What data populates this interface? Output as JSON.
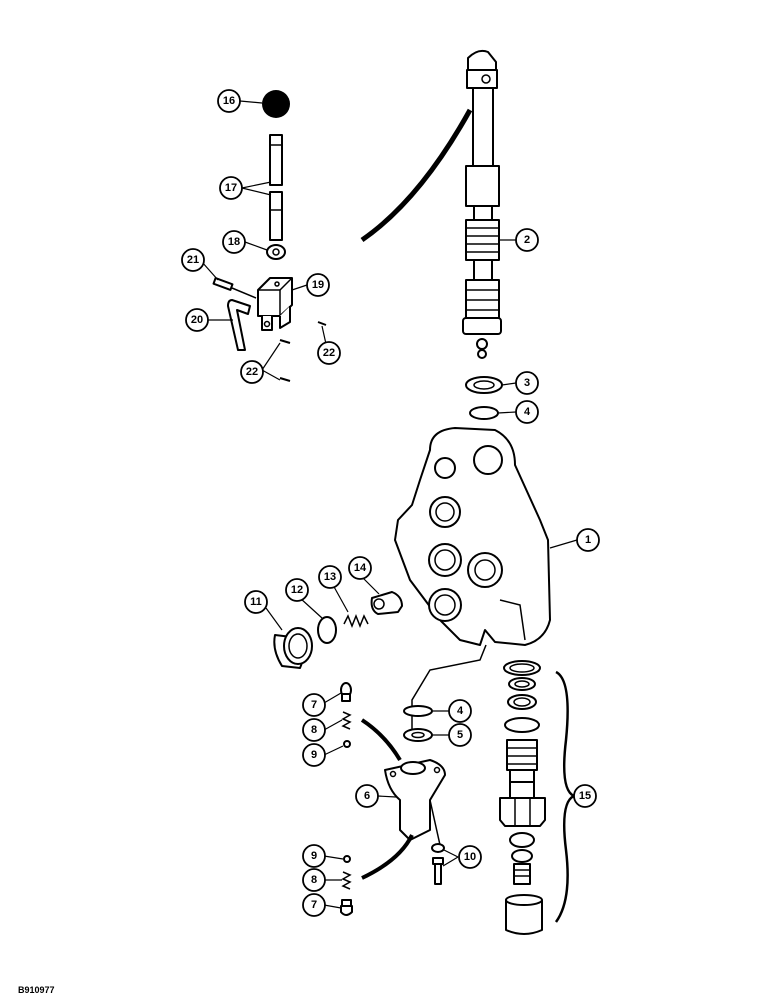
{
  "figure_id": "B910977",
  "callouts": {
    "c1": "1",
    "c2": "2",
    "c3": "3",
    "c4a": "4",
    "c4b": "4",
    "c5": "5",
    "c6": "6",
    "c7a": "7",
    "c7b": "7",
    "c8a": "8",
    "c8b": "8",
    "c9a": "9",
    "c9b": "9",
    "c10": "10",
    "c11": "11",
    "c12": "12",
    "c13": "13",
    "c14": "14",
    "c15": "15",
    "c16": "16",
    "c17": "17",
    "c18": "18",
    "c19": "19",
    "c20": "20",
    "c21": "21",
    "c22a": "22",
    "c22b": "22"
  }
}
